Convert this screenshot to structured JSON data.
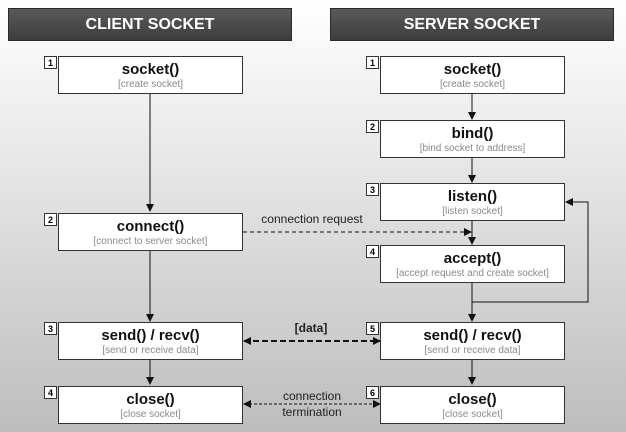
{
  "headers": {
    "client": "CLIENT SOCKET",
    "server": "SERVER SOCKET"
  },
  "client": {
    "socket": {
      "step": "1",
      "fn": "socket()",
      "sub": "[create socket]"
    },
    "connect": {
      "step": "2",
      "fn": "connect()",
      "sub": "[connect to server socket]"
    },
    "send": {
      "step": "3",
      "fn": "send() / recv()",
      "sub": "[send or receive data]"
    },
    "close": {
      "step": "4",
      "fn": "close()",
      "sub": "[close socket]"
    }
  },
  "server": {
    "socket": {
      "step": "1",
      "fn": "socket()",
      "sub": "[create socket]"
    },
    "bind": {
      "step": "2",
      "fn": "bind()",
      "sub": "[bind socket to address]"
    },
    "listen": {
      "step": "3",
      "fn": "listen()",
      "sub": "[listen socket]"
    },
    "accept": {
      "step": "4",
      "fn": "accept()",
      "sub": "[accept request and create socket]"
    },
    "send": {
      "step": "5",
      "fn": "send() / recv()",
      "sub": "[send or receive data]"
    },
    "close": {
      "step": "6",
      "fn": "close()",
      "sub": "[close socket]"
    }
  },
  "labels": {
    "connection_request": "connection request",
    "data": "[data]",
    "termination_1": "connection",
    "termination_2": "termination"
  }
}
